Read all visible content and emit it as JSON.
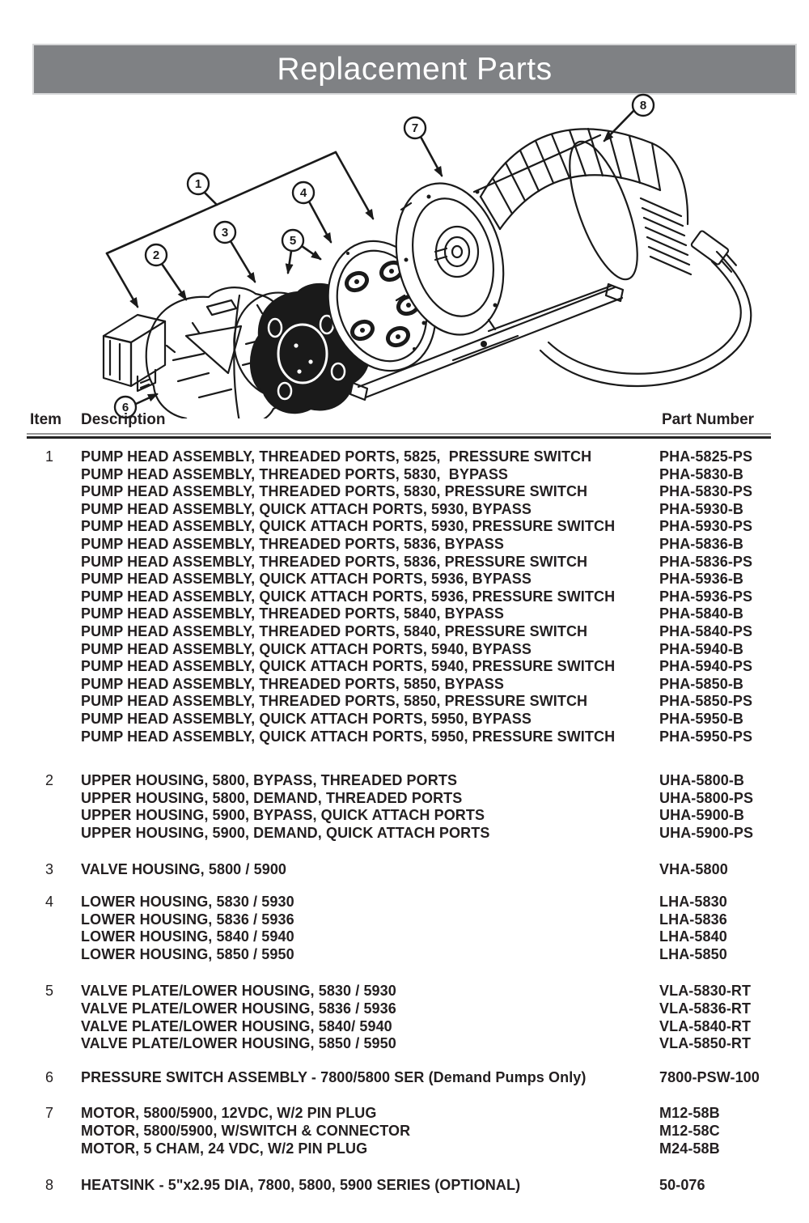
{
  "header": {
    "title": "Replacement Parts"
  },
  "colors": {
    "title_bar_bg": "#7f8184",
    "title_text": "#ffffff",
    "body_text": "#231f20",
    "line_art": "#1a1a1a"
  },
  "table": {
    "columns": [
      "Item",
      "Description",
      "Part Number"
    ],
    "groups": [
      {
        "item": "1",
        "rows": [
          [
            "PUMP HEAD ASSEMBLY, THREADED PORTS, 5825,  PRESSURE SWITCH",
            "PHA-5825-PS"
          ],
          [
            "PUMP HEAD ASSEMBLY, THREADED PORTS, 5830,  BYPASS",
            "PHA-5830-B"
          ],
          [
            "PUMP HEAD ASSEMBLY, THREADED PORTS, 5830, PRESSURE SWITCH",
            "PHA-5830-PS"
          ],
          [
            "PUMP HEAD ASSEMBLY, QUICK ATTACH PORTS, 5930, BYPASS",
            "PHA-5930-B"
          ],
          [
            "PUMP HEAD ASSEMBLY, QUICK ATTACH PORTS, 5930, PRESSURE SWITCH",
            "PHA-5930-PS"
          ],
          [
            "PUMP HEAD ASSEMBLY, THREADED PORTS, 5836, BYPASS",
            "PHA-5836-B"
          ],
          [
            "PUMP HEAD ASSEMBLY, THREADED PORTS, 5836, PRESSURE SWITCH",
            "PHA-5836-PS"
          ],
          [
            "PUMP HEAD ASSEMBLY, QUICK ATTACH PORTS, 5936, BYPASS",
            "PHA-5936-B"
          ],
          [
            "PUMP HEAD ASSEMBLY, QUICK ATTACH PORTS, 5936, PRESSURE SWITCH",
            "PHA-5936-PS"
          ],
          [
            "PUMP HEAD ASSEMBLY, THREADED PORTS, 5840, BYPASS",
            "PHA-5840-B"
          ],
          [
            "PUMP HEAD ASSEMBLY, THREADED PORTS, 5840, PRESSURE SWITCH",
            "PHA-5840-PS"
          ],
          [
            "PUMP HEAD ASSEMBLY, QUICK ATTACH PORTS, 5940, BYPASS",
            "PHA-5940-B"
          ],
          [
            "PUMP HEAD ASSEMBLY, QUICK ATTACH PORTS, 5940, PRESSURE SWITCH",
            "PHA-5940-PS"
          ],
          [
            "PUMP HEAD ASSEMBLY, THREADED PORTS, 5850, BYPASS",
            "PHA-5850-B"
          ],
          [
            "PUMP HEAD ASSEMBLY, THREADED PORTS, 5850, PRESSURE SWITCH",
            "PHA-5850-PS"
          ],
          [
            "PUMP HEAD ASSEMBLY, QUICK ATTACH PORTS, 5950, BYPASS",
            "PHA-5950-B"
          ],
          [
            "PUMP HEAD ASSEMBLY, QUICK ATTACH PORTS, 5950, PRESSURE SWITCH",
            "PHA-5950-PS"
          ]
        ]
      },
      {
        "item": "2",
        "rows": [
          [
            "UPPER HOUSING, 5800, BYPASS, THREADED PORTS",
            "UHA-5800-B"
          ],
          [
            "UPPER HOUSING, 5800, DEMAND, THREADED PORTS",
            "UHA-5800-PS"
          ],
          [
            "UPPER HOUSING, 5900, BYPASS, QUICK ATTACH PORTS",
            "UHA-5900-B"
          ],
          [
            "UPPER HOUSING, 5900, DEMAND, QUICK ATTACH PORTS",
            "UHA-5900-PS"
          ]
        ]
      },
      {
        "item": "3",
        "rows": [
          [
            "VALVE HOUSING, 5800 / 5900",
            "VHA-5800"
          ]
        ]
      },
      {
        "item": "4",
        "rows": [
          [
            "LOWER HOUSING, 5830 / 5930",
            "LHA-5830"
          ],
          [
            "LOWER HOUSING, 5836 / 5936",
            "LHA-5836"
          ],
          [
            "LOWER HOUSING, 5840 / 5940",
            "LHA-5840"
          ],
          [
            "LOWER HOUSING, 5850 / 5950",
            "LHA-5850"
          ]
        ]
      },
      {
        "item": "5",
        "rows": [
          [
            "VALVE PLATE/LOWER HOUSING, 5830 / 5930",
            "VLA-5830-RT"
          ],
          [
            "VALVE PLATE/LOWER HOUSING, 5836 / 5936",
            "VLA-5836-RT"
          ],
          [
            "VALVE PLATE/LOWER HOUSING, 5840/ 5940",
            "VLA-5840-RT"
          ],
          [
            "VALVE PLATE/LOWER HOUSING, 5850 / 5950",
            "VLA-5850-RT"
          ]
        ]
      },
      {
        "item": "6",
        "rows": [
          [
            "PRESSURE SWITCH ASSEMBLY - 7800/5800 SER (Demand Pumps Only)",
            "7800-PSW-100"
          ]
        ]
      },
      {
        "item": "7",
        "rows": [
          [
            "MOTOR, 5800/5900, 12VDC, W/2 PIN PLUG",
            "M12-58B"
          ],
          [
            "MOTOR, 5800/5900, W/SWITCH & CONNECTOR",
            "M12-58C"
          ],
          [
            "MOTOR, 5 CHAM, 24 VDC, W/2 PIN PLUG",
            "M24-58B"
          ]
        ]
      },
      {
        "item": "8",
        "rows": [
          [
            "HEATSINK - 5\"x2.95 DIA, 7800, 5800, 5900 SERIES (OPTIONAL)",
            "50-076"
          ]
        ]
      }
    ]
  },
  "diagram": {
    "callouts": [
      {
        "label": "1"
      },
      {
        "label": "2"
      },
      {
        "label": "3"
      },
      {
        "label": "4"
      },
      {
        "label": "5"
      },
      {
        "label": "6"
      },
      {
        "label": "7"
      },
      {
        "label": "8"
      }
    ]
  }
}
